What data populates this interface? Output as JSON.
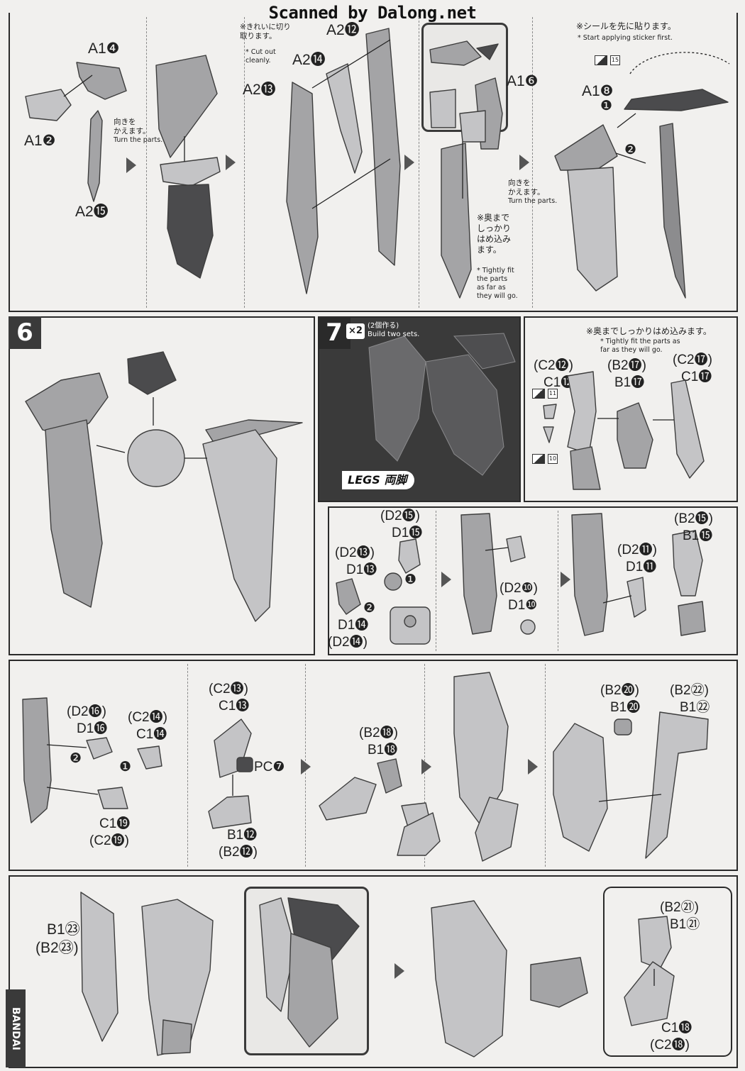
{
  "header": {
    "watermark": "Scanned by Dalong.net"
  },
  "step5": {
    "labels": {
      "a1_4": "A1❹",
      "a1_2": "A1❷",
      "a2_15": "A2⓯",
      "turn_jp": "向きを\nかえます。",
      "turn_en": "Turn the parts.",
      "a2_12": "A2⓬",
      "a2_14": "A2⓮",
      "a2_13": "A2⓭",
      "cut_jp": "※きれいに切り\n  取ります。",
      "cut_en": "* Cut out\n  cleanly.",
      "a1_6": "A1❻",
      "a1_8": "A1❽",
      "tight_jp": "※奥まで\n  しっかり\n  はめ込み\n  ます。",
      "tight_en": "* Tightly fit\n  the parts\n  as far as\n  they will go.",
      "sticker_jp": "※シールを先に貼ります。",
      "sticker_en": "* Start applying sticker first.",
      "sticker_15": "15",
      "turn2_jp": "向きを\nかえます。",
      "turn2_en": "Turn the parts.",
      "num1": "❶",
      "num2": "❷"
    }
  },
  "step6": {
    "number": "6"
  },
  "step7": {
    "number": "7",
    "x2": "×2",
    "x2_note": "(2個作る)\nBuild two sets.",
    "legs": "LEGS 両脚",
    "tight_jp": "※奥までしっかりはめ込みます。",
    "tight_en": "* Tightly fit the parts as\n  far as they will go.",
    "labels": {
      "c2_12": "(C2⓬)",
      "c1_12": "C1⓬",
      "b2_17": "(B2⓱)",
      "b1_17": "B1⓱",
      "c2_17": "(C2⓱)",
      "c1_17": "C1⓱",
      "st_11": "11",
      "st_10": "10"
    }
  },
  "row3": {
    "d2_15": "(D2⓯)",
    "d1_15": "D1⓯",
    "d2_13": "(D2⓭)",
    "d1_13": "D1⓭",
    "d1_14": "D1⓮",
    "d2_14": "(D2⓮)",
    "d2_10": "(D2❿)",
    "d1_10": "D1❿",
    "d2_11": "(D2⓫)",
    "d1_11": "D1⓫",
    "b2_15": "(B2⓯)",
    "b1_15": "B1⓯",
    "n1": "❶",
    "n2": "❷"
  },
  "row4": {
    "d2_16": "(D2⓰)",
    "d1_16": "D1⓰",
    "c2_14": "(C2⓮)",
    "c1_14": "C1⓮",
    "c1_19": "C1⓳",
    "c2_19": "(C2⓳)",
    "c2_13": "(C2⓭)",
    "c1_13": "C1⓭",
    "pc7": "PC❼",
    "b1_12": "B1⓬",
    "b2_12": "(B2⓬)",
    "b2_18": "(B2⓲)",
    "b1_18": "B1⓲",
    "b2_20": "(B2⓴)",
    "b1_20": "B1⓴",
    "b2_22": "(B2㉒)",
    "b1_22": "B1㉒",
    "n1": "❶",
    "n2": "❷"
  },
  "row5": {
    "b1_23": "B1㉓",
    "b2_23": "(B2㉓)",
    "b2_21": "(B2㉑)",
    "b1_21": "B1㉑",
    "c1_18": "C1⓲",
    "c2_18": "(C2⓲)"
  },
  "footer": {
    "brand": "BANDAI"
  }
}
